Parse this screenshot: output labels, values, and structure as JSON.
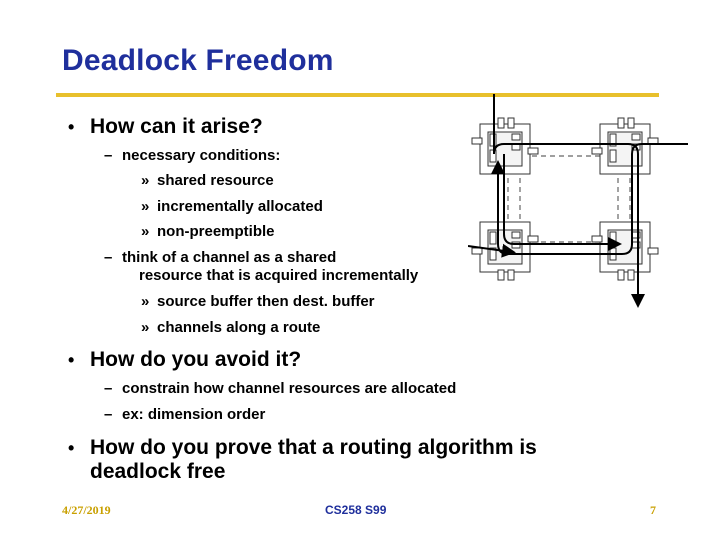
{
  "slide": {
    "title": "Deadlock Freedom",
    "bullets": [
      {
        "text": "How can it arise?"
      },
      {
        "text": "How do you avoid it?"
      },
      {
        "text": "How do you prove that a routing algorithm is"
      },
      {
        "text": "deadlock free"
      }
    ],
    "sub": {
      "necessary": "necessary conditions:",
      "shared": "shared resource",
      "incremental": "incrementally allocated",
      "nonpre": "non-preemptible",
      "think1": "think of a channel as a shared",
      "think2": "resource that is acquired incrementally",
      "source": "source buffer then dest. buffer",
      "channels": "channels along a route",
      "constrain": "constrain how channel resources are allocated",
      "ex": "ex: dimension order"
    },
    "marks": {
      "bullet": "•",
      "dash": "–",
      "sub": "»"
    }
  },
  "footer": {
    "date": "4/27/2019",
    "course": "CS258 S99",
    "page": "7"
  }
}
